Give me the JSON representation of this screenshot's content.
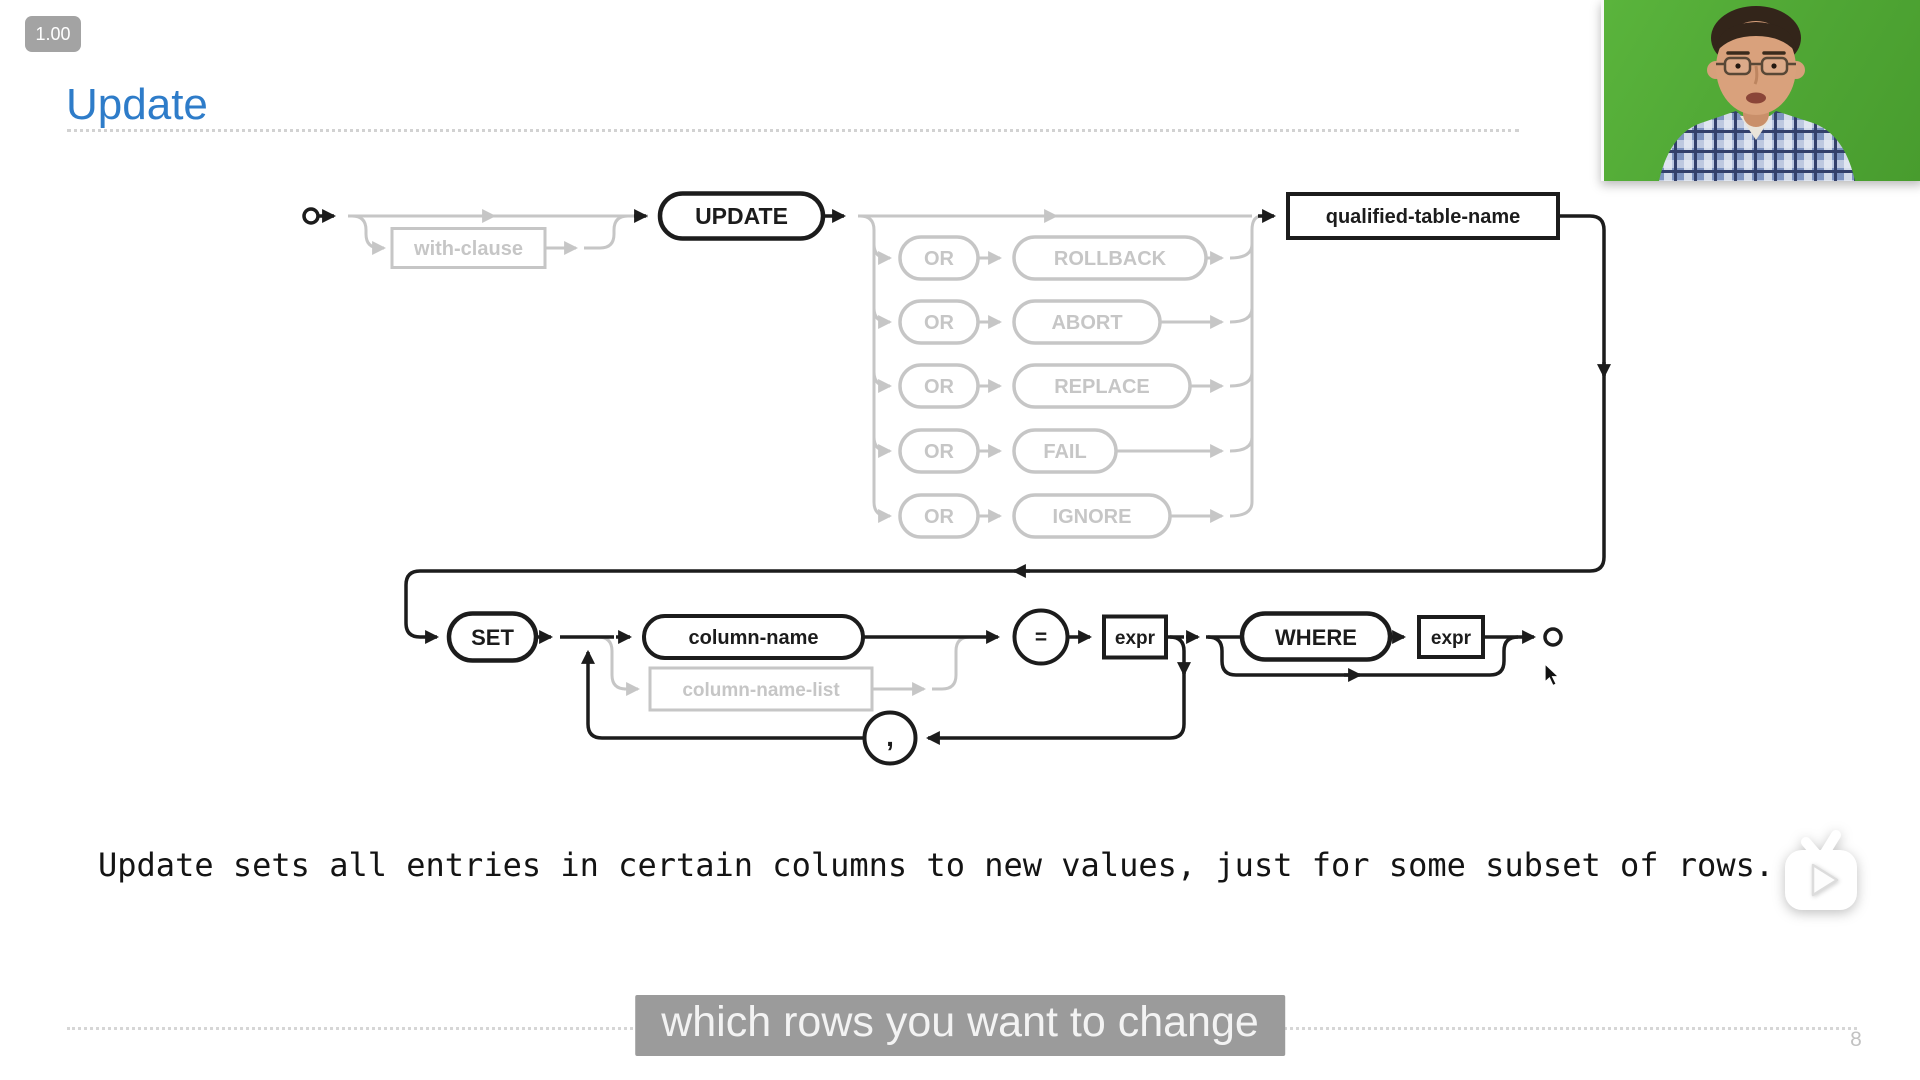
{
  "player": {
    "speed_badge": "1.00"
  },
  "slide": {
    "title": "Update",
    "body_text": "Update sets all entries in certain columns to new values, just for some subset of rows.",
    "page_number": "8"
  },
  "caption": {
    "text": "which rows you want to change"
  },
  "diagram": {
    "type": "railroad-syntax-diagram",
    "statement": "UPDATE statement syntax",
    "or_label": "OR",
    "nodes": {
      "with_clause": "with-clause",
      "update": "UPDATE",
      "qualified_table_name": "qualified-table-name",
      "set": "SET",
      "column_name": "column-name",
      "column_name_list": "column-name-list",
      "equals": "=",
      "expr": "expr",
      "where": "WHERE",
      "expr2": "expr",
      "comma": ","
    },
    "conflict_options": [
      "ROLLBACK",
      "ABORT",
      "REPLACE",
      "FAIL",
      "IGNORE"
    ]
  },
  "colors": {
    "title_blue": "#2e7cc9",
    "diagram_active": "#1c1c1c",
    "diagram_inactive": "#c6c6c6",
    "caption_bg": "#9b9b9b",
    "webcam_green": "#4fa634",
    "badge_gray": "#a3a3a3"
  }
}
